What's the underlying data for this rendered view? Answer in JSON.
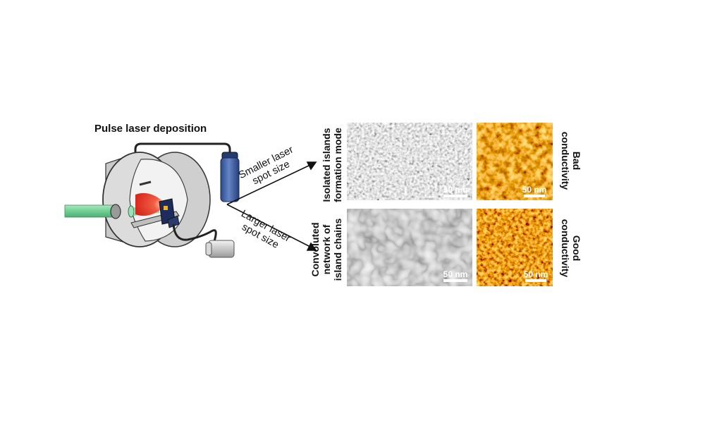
{
  "diagram": {
    "title": "Pulse laser deposition",
    "arrows": {
      "upper_label_line1": "Smaller laser",
      "upper_label_line2": "spot size",
      "lower_label_line1": "Larger laser",
      "lower_label_line2": "spot size"
    },
    "rows": [
      {
        "mode_line1": "Isolated islands",
        "mode_line2": "formation mode",
        "conductivity_line1": "Bad",
        "conductivity_line2": "conductivity",
        "sem_scale": "50 nm",
        "afm_scale": "50 nm"
      },
      {
        "mode_line1": "Convoluted",
        "mode_line2": "network of",
        "mode_line3": "island chains",
        "conductivity_line1": "Good",
        "conductivity_line2": "conductivity",
        "sem_scale": "50 nm",
        "afm_scale": "50 nm"
      }
    ],
    "colors": {
      "chamber": "#d8d8d8",
      "laser_beam": "#7fd6a0",
      "plume": "#e0251b",
      "cylinder": "#3f5fa8",
      "afm_dark": "#6b2400",
      "afm_light": "#ffb640"
    }
  }
}
